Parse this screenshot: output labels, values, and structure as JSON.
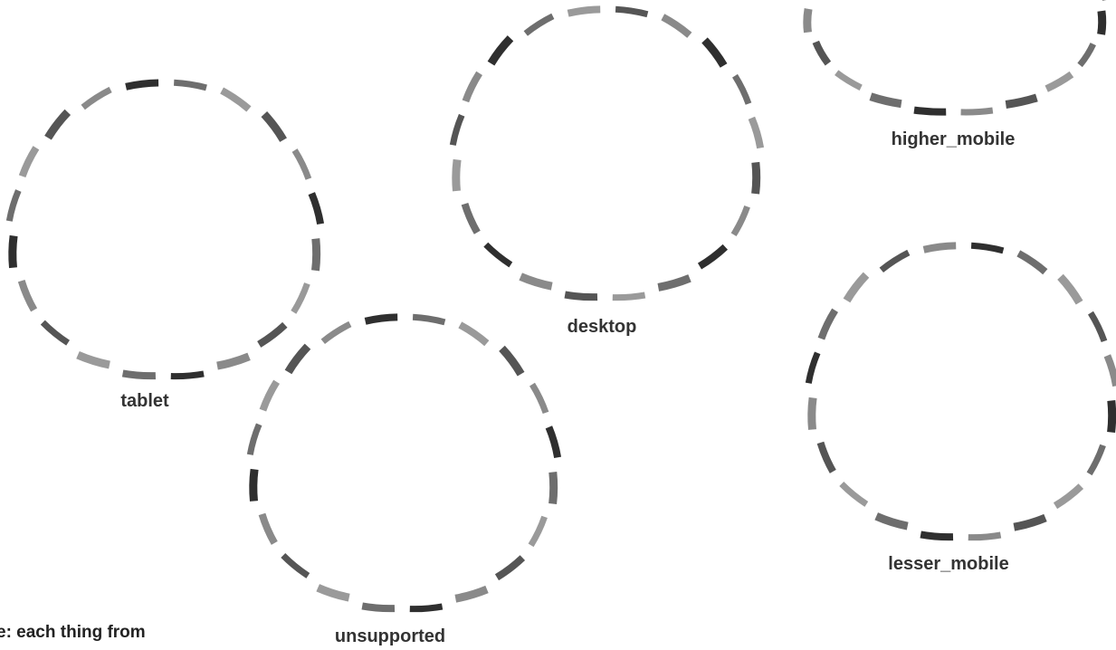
{
  "diagram": {
    "circles": [
      {
        "id": "tablet",
        "label": "tablet"
      },
      {
        "id": "desktop",
        "label": "desktop"
      },
      {
        "id": "higher_mobile",
        "label": "higher_mobile"
      },
      {
        "id": "lesser_mobile",
        "label": "lesser_mobile"
      },
      {
        "id": "unsupported",
        "label": "unsupported"
      }
    ],
    "caption": "e: each thing from",
    "stroke_colors": [
      "#8a8a8a",
      "#6e6e6e",
      "#555555",
      "#2f2f2f",
      "#9a9a9a"
    ]
  }
}
